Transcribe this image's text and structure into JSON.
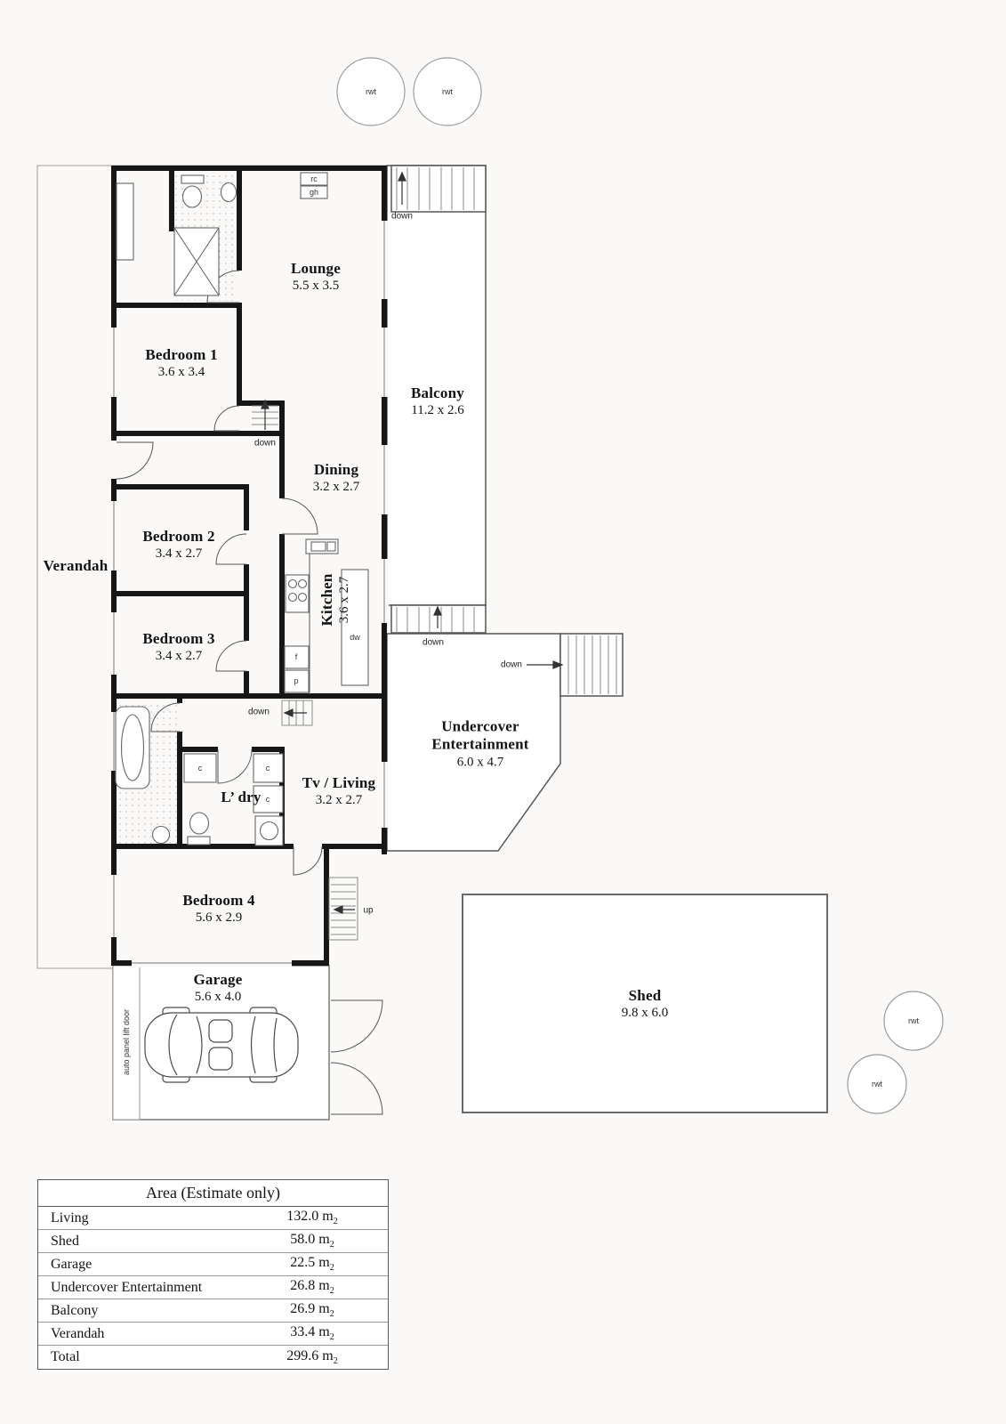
{
  "rooms": {
    "lounge": {
      "name": "Lounge",
      "dims": "5.5 x 3.5"
    },
    "balcony": {
      "name": "Balcony",
      "dims": "11.2 x 2.6"
    },
    "bedroom1": {
      "name": "Bedroom 1",
      "dims": "3.6 x 3.4"
    },
    "dining": {
      "name": "Dining",
      "dims": "3.2 x 2.7"
    },
    "bedroom2": {
      "name": "Bedroom 2",
      "dims": "3.4 x 2.7"
    },
    "verandah": {
      "name": "Verandah"
    },
    "bedroom3": {
      "name": "Bedroom 3",
      "dims": "3.4 x 2.7"
    },
    "kitchen": {
      "name": "Kitchen",
      "dims": "3.6 x 2.7"
    },
    "undercover_entertainment": {
      "name_line1": "Undercover",
      "name_line2": "Entertainment",
      "dims": "6.0 x 4.7"
    },
    "tv_living": {
      "name": "Tv / Living",
      "dims": "3.2 x 2.7"
    },
    "laundry": {
      "name": "L’ dry"
    },
    "bedroom4": {
      "name": "Bedroom 4",
      "dims": "5.6 x 2.9"
    },
    "garage": {
      "name": "Garage",
      "dims": "5.6 x 4.0"
    },
    "shed": {
      "name": "Shed",
      "dims": "9.8 x 6.0"
    }
  },
  "annotations": {
    "rwt": "rwt",
    "down": "down",
    "up": "up",
    "rc": "rc",
    "gh": "gh",
    "dw": "dw",
    "fridge": "f",
    "pantry": "p",
    "cupboard": "c",
    "auto_door": "auto panel lift door"
  },
  "area_table": {
    "title": "Area (Estimate only)",
    "unit": "m",
    "unit_sub": "2",
    "rows": [
      {
        "label": "Living",
        "value": "132.0"
      },
      {
        "label": "Shed",
        "value": "58.0"
      },
      {
        "label": "Garage",
        "value": "22.5"
      },
      {
        "label": "Undercover Entertainment",
        "value": "26.8"
      },
      {
        "label": "Balcony",
        "value": "26.9"
      },
      {
        "label": "Verandah",
        "value": "33.4"
      },
      {
        "label": "Total",
        "value": "299.6"
      }
    ]
  }
}
